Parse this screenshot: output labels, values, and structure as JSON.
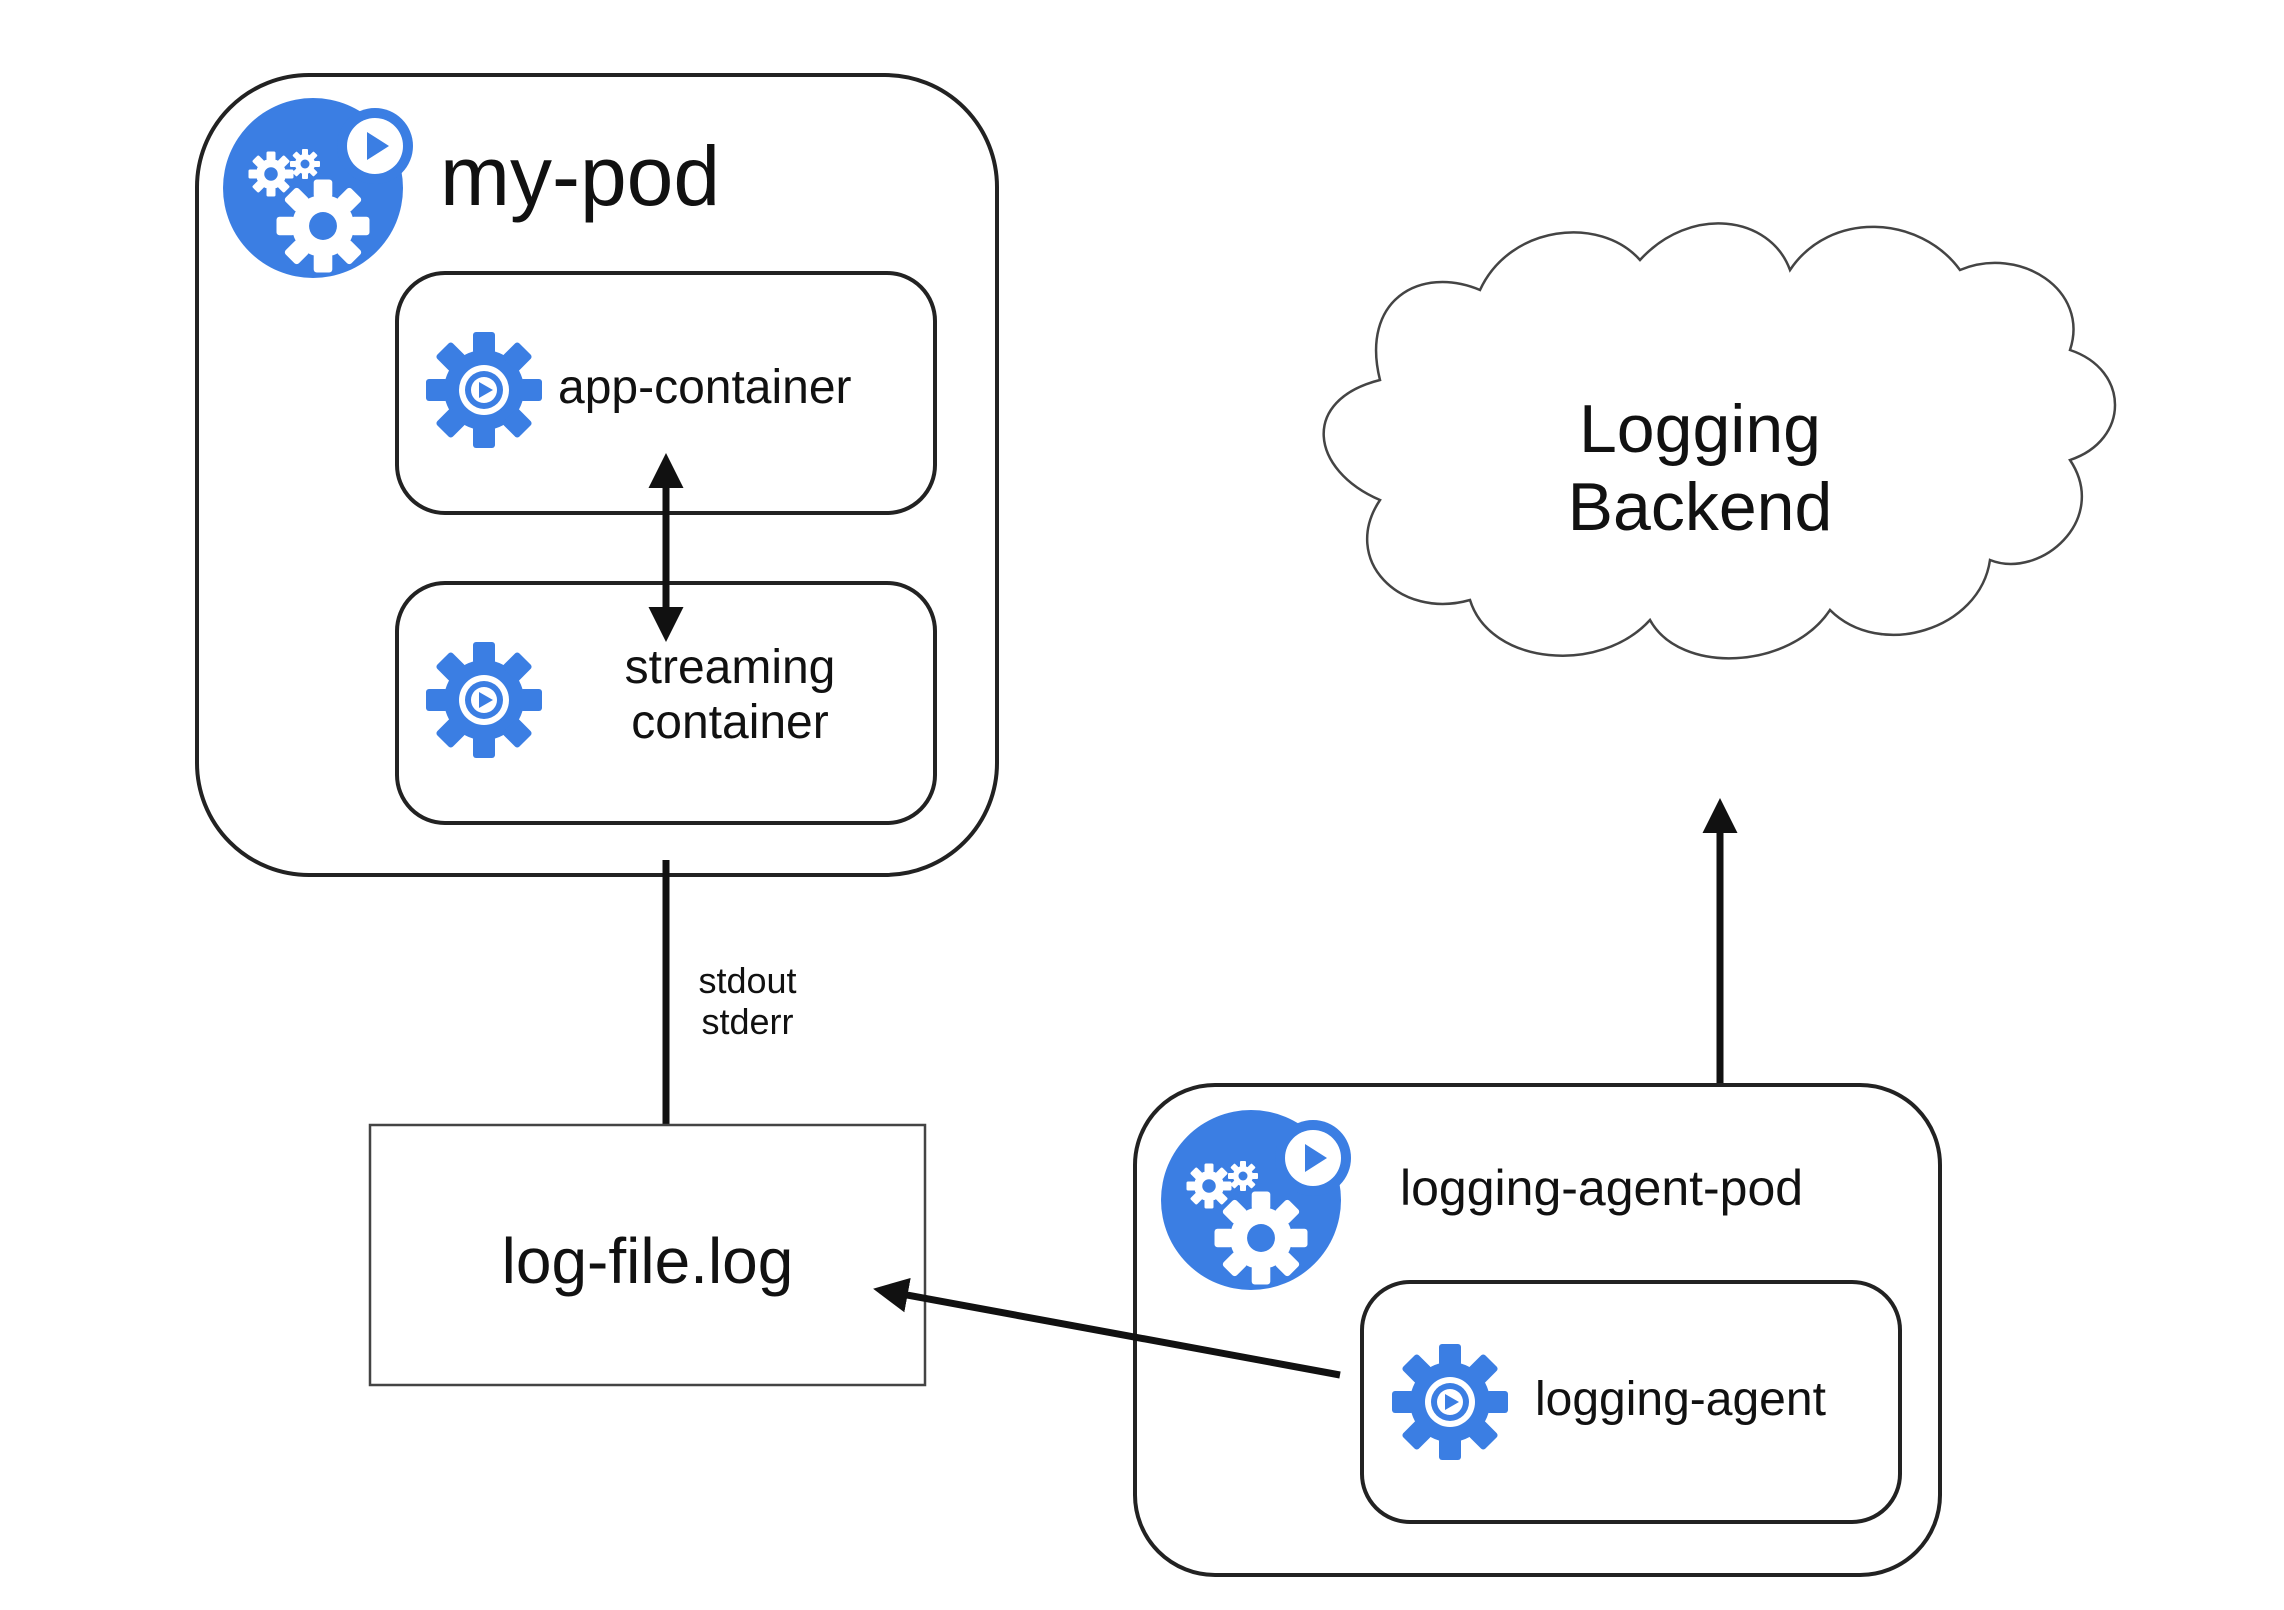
{
  "pod": {
    "title": "my-pod",
    "containers": [
      {
        "name": "app-container"
      },
      {
        "name": "streaming container",
        "lines": [
          "streaming",
          "container"
        ]
      }
    ]
  },
  "stream_label": {
    "lines": [
      "stdout",
      "stderr"
    ]
  },
  "log_file": {
    "name": "log-file.log"
  },
  "backend": {
    "lines": [
      "Logging",
      "Backend"
    ]
  },
  "agent_pod": {
    "title": "logging-agent-pod",
    "container": {
      "name": "logging-agent"
    }
  },
  "colors": {
    "icon_blue": "#3b7ee3",
    "line": "#111111"
  },
  "icons": [
    "pod-icon",
    "container-icon"
  ]
}
